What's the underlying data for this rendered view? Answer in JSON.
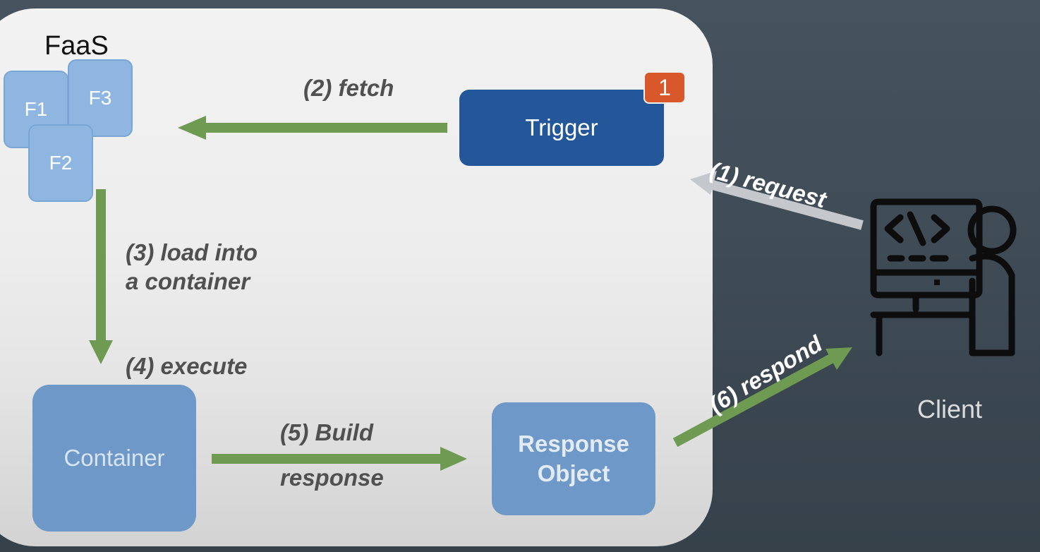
{
  "panel": {
    "title": "FaaS"
  },
  "functions": [
    {
      "label": "F1"
    },
    {
      "label": "F3"
    },
    {
      "label": "F2"
    }
  ],
  "trigger": {
    "label": "Trigger",
    "badge": "1"
  },
  "container": {
    "label": "Container"
  },
  "response_object": {
    "line1": "Response",
    "line2": "Object"
  },
  "client": {
    "label": "Client"
  },
  "steps": {
    "request": "(1) request",
    "fetch": "(2) fetch",
    "load_line1": "(3) load into",
    "load_line2": "a container",
    "execute": "(4) execute",
    "build_line1": "(5) Build",
    "build_line2": "response",
    "respond": "(6) respond"
  },
  "colors": {
    "background": "#414d57",
    "panel": "#eeeeee",
    "function_box": "#8fb6e0",
    "trigger": "#23579a",
    "badge": "#d9582b",
    "container": "#6d98c8",
    "arrow_green": "#6f9a52",
    "arrow_request": "#c4c8cc"
  }
}
